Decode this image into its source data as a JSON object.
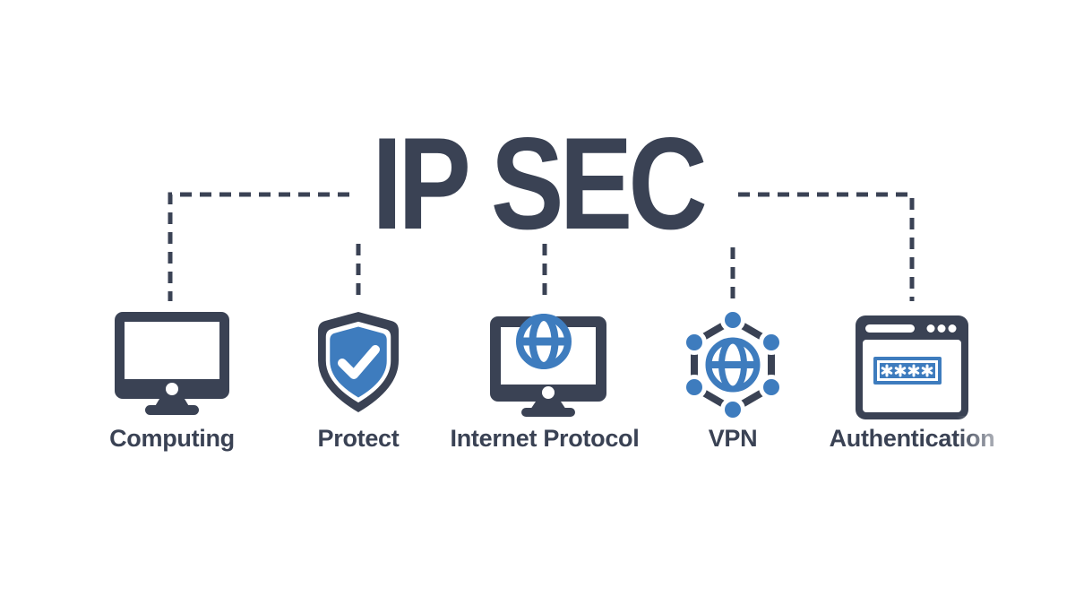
{
  "title": "IP SEC",
  "items": [
    {
      "label": "Computing",
      "icon": "monitor-icon"
    },
    {
      "label": "Protect",
      "icon": "shield-check-icon"
    },
    {
      "label": "Internet Protocol",
      "icon": "monitor-globe-icon"
    },
    {
      "label": "VPN",
      "icon": "vpn-network-icon"
    },
    {
      "label": "Authentication",
      "icon": "browser-password-icon",
      "password_mask": "****"
    }
  ],
  "colors": {
    "dark": "#3a4254",
    "blue": "#3e7cbe",
    "background": "#ffffff"
  }
}
